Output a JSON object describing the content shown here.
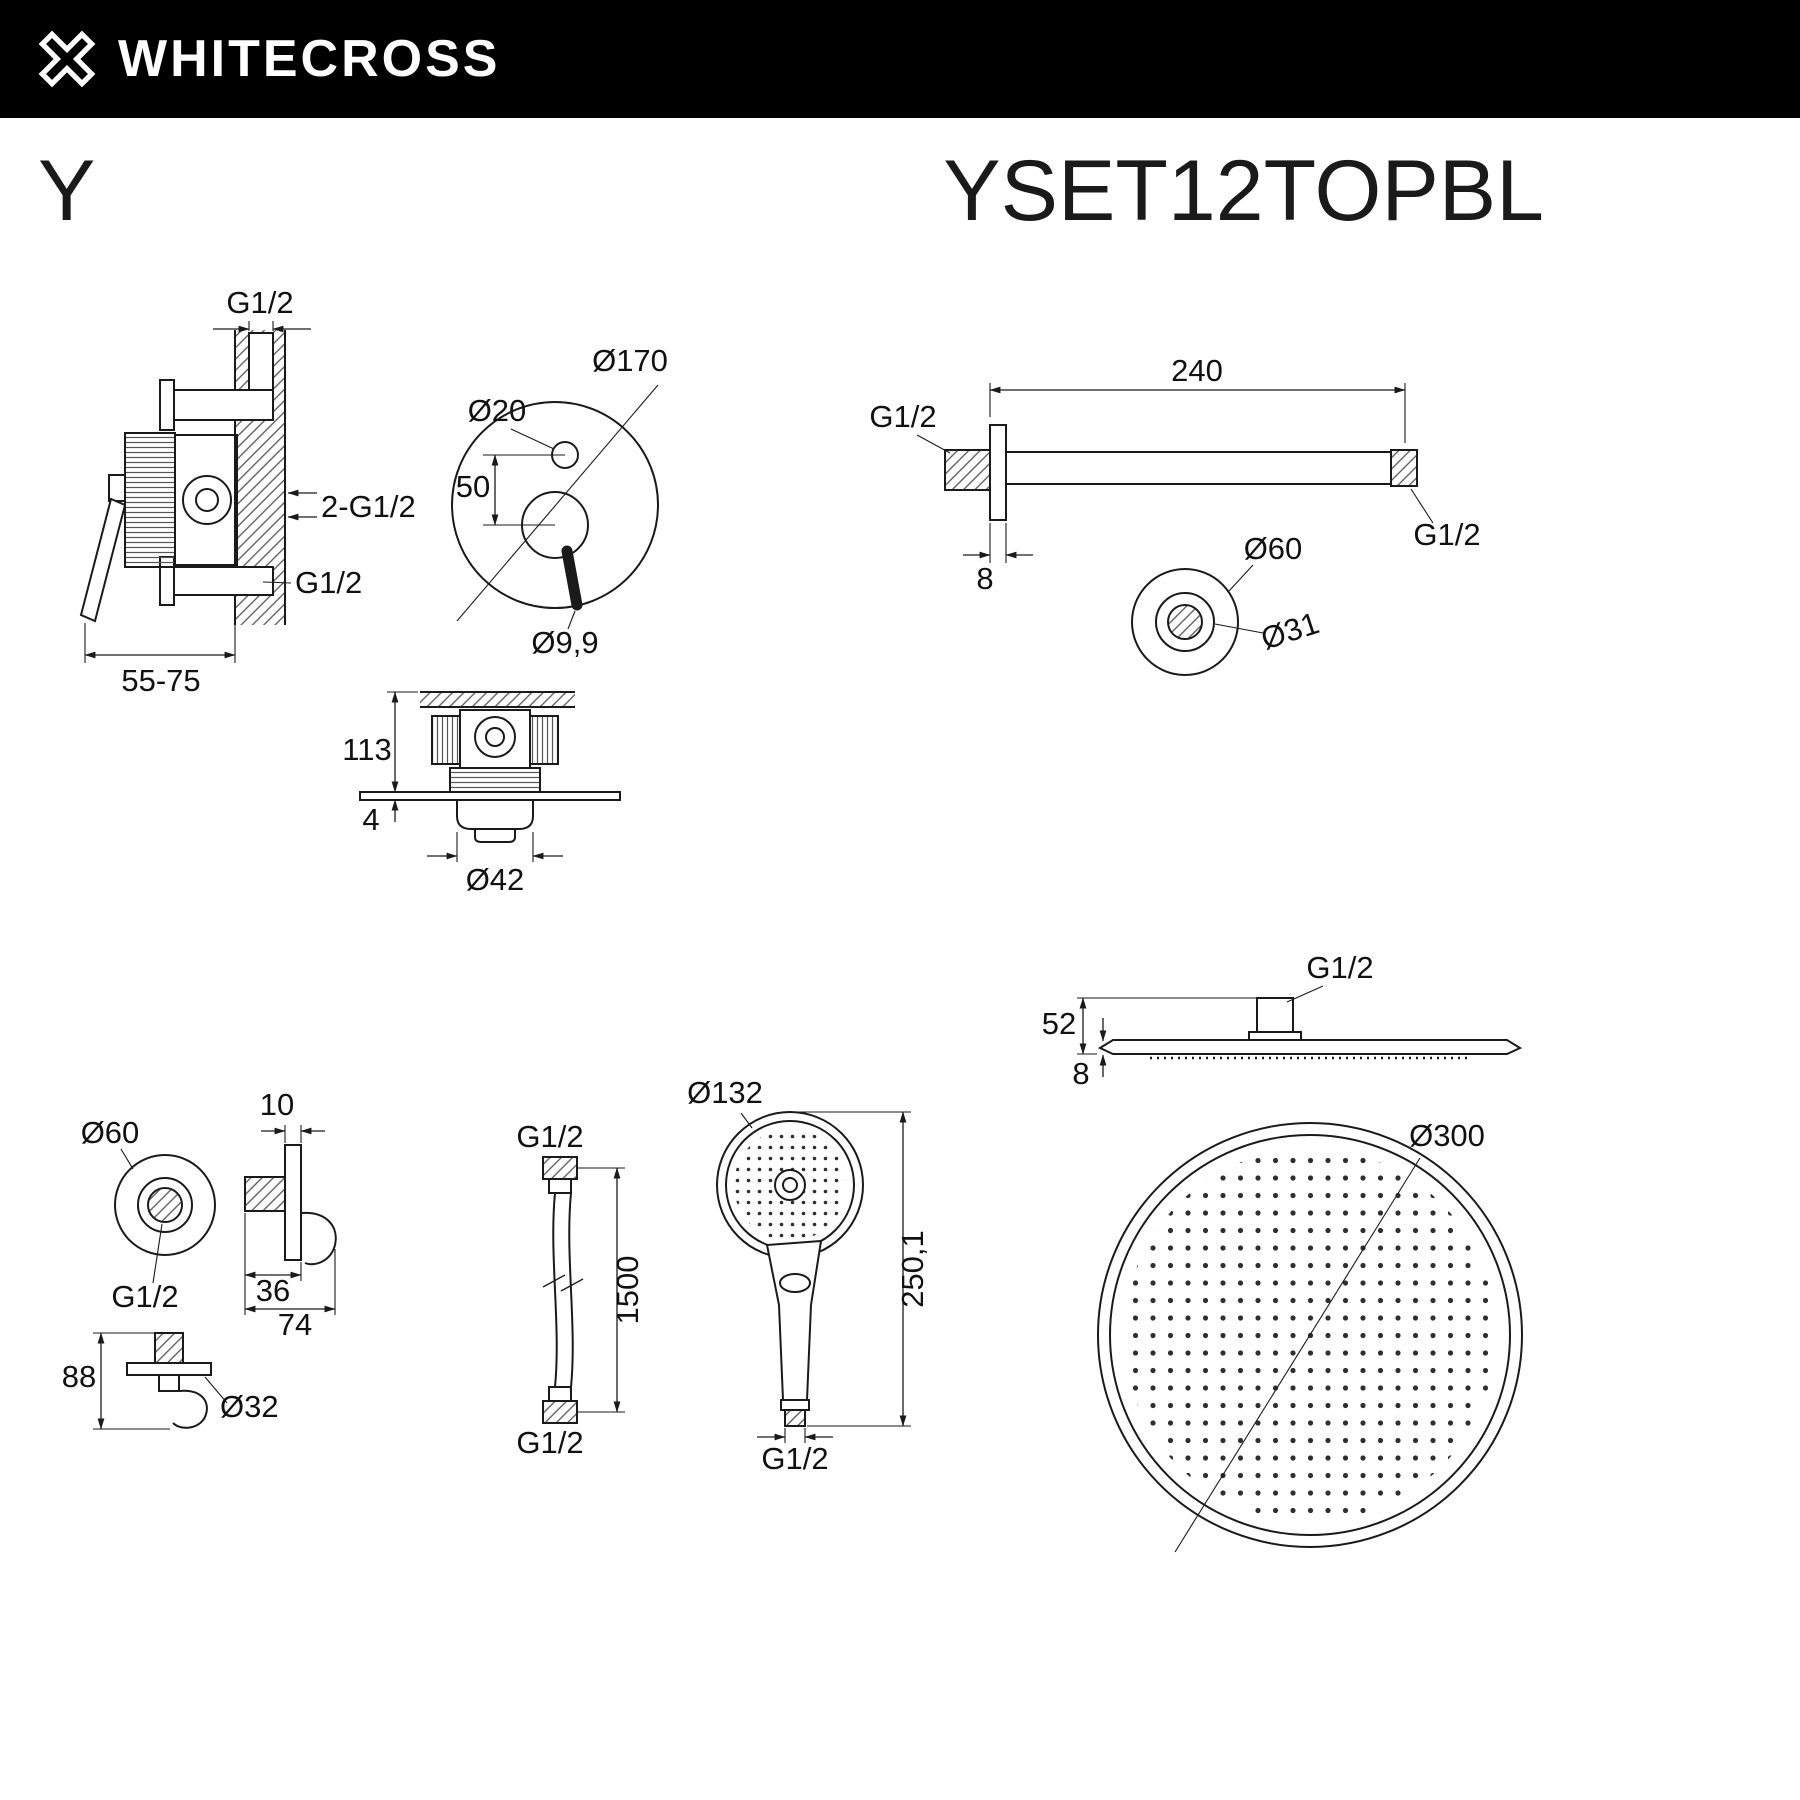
{
  "header": {
    "brand": "WHITECROSS",
    "series": "Y",
    "model": "YSET12TOPBL"
  },
  "mixer_side_view": {
    "thread_top": "G1/2",
    "threads_inlets": "2-G1/2",
    "thread_bottom": "G1/2",
    "mounting_depth": "55-75"
  },
  "trim_front_view": {
    "plate_diameter": "Ø170",
    "diverter_diameter": "Ø20",
    "center_distance": "50",
    "lever_diameter": "Ø9,9"
  },
  "shower_arm": {
    "arm_length": "240",
    "thread_wall": "G1/2",
    "thread_end": "G1/2",
    "flange_thickness": "8",
    "flange_diameter": "Ø60",
    "hub_diameter": "Ø31"
  },
  "valve_section": {
    "body_depth": "113",
    "plate_thickness": "4",
    "collar_diameter": "Ø42"
  },
  "wall_outlet": {
    "flange_diameter": "Ø60",
    "thread": "G1/2",
    "plate_thickness": "10",
    "body_depth": "36",
    "total_depth": "74",
    "height": "88",
    "holder_diameter": "Ø32"
  },
  "shower_hose": {
    "thread_top": "G1/2",
    "length": "1500",
    "thread_bottom": "G1/2"
  },
  "hand_shower": {
    "head_diameter": "Ø132",
    "total_length": "250,1",
    "thread": "G1/2"
  },
  "rain_head_side": {
    "total_height": "52",
    "plate_thickness": "8",
    "thread": "G1/2"
  },
  "rain_head_top": {
    "diameter": "Ø300"
  }
}
